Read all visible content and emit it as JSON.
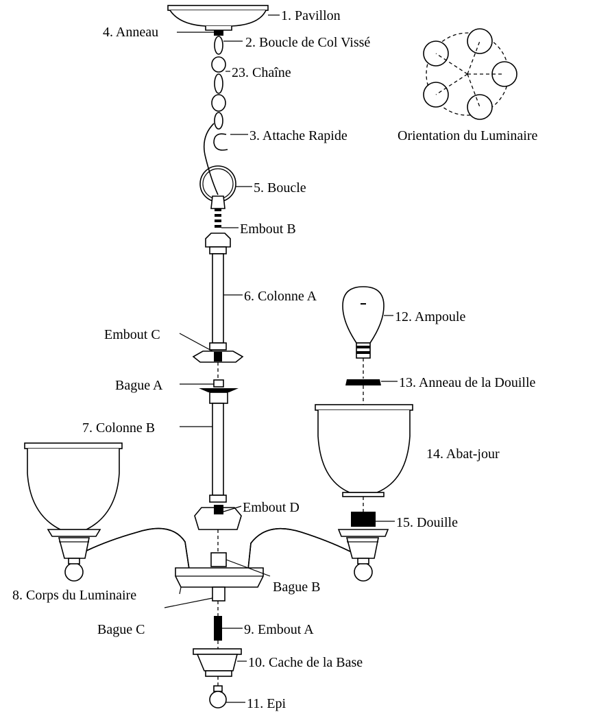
{
  "labels": {
    "pavillon": "1. Pavillon",
    "anneau": "4. Anneau",
    "boucle_col": "2. Boucle de Col Vissé",
    "chaine": "23. Chaîne",
    "attache": "3. Attache Rapide",
    "orientation": "Orientation du Luminaire",
    "boucle": "5. Boucle",
    "embout_b": "Embout B",
    "colonne_a": "6. Colonne A",
    "ampoule": "12.  Ampoule",
    "embout_c": "Embout C",
    "anneau_douille": "13. Anneau de la Douille",
    "bague_a": "Bague A",
    "colonne_b": "7. Colonne B",
    "abat_jour": "14.  Abat-jour",
    "embout_d": "Embout D",
    "douille": "15.  Douille",
    "corps": "8. Corps du Luminaire",
    "bague_b": "Bague B",
    "bague_c": "Bague C",
    "embout_a": "9. Embout A",
    "cache": "10. Cache de la Base",
    "epi": "11. Epi"
  },
  "colors": {
    "line": "#000000",
    "background": "#ffffff"
  }
}
